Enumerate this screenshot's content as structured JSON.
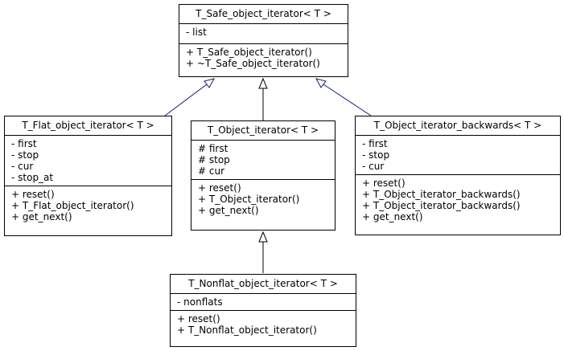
{
  "colors": {
    "base_fill": "#bfbfbf",
    "edge_blue": "#191970",
    "edge_black": "#000000"
  },
  "classes": {
    "safe": {
      "title": "T_Safe_object_iterator< T >",
      "attributes": [
        "- list"
      ],
      "methods": [
        "+ T_Safe_object_iterator()",
        "+ ~T_Safe_object_iterator()"
      ]
    },
    "flat": {
      "title": "T_Flat_object_iterator< T >",
      "attributes": [
        "- first",
        "- stop",
        "- cur",
        "- stop_at"
      ],
      "methods": [
        "+ reset()",
        "+ T_Flat_object_iterator()",
        "+ get_next()"
      ]
    },
    "object": {
      "title": "T_Object_iterator< T >",
      "attributes": [
        "# first",
        "# stop",
        "# cur"
      ],
      "methods": [
        "+ reset()",
        "+ T_Object_iterator()",
        "+ get_next()"
      ]
    },
    "backwards": {
      "title": "T_Object_iterator_backwards< T >",
      "attributes": [
        "- first",
        "- stop",
        "- cur"
      ],
      "methods": [
        "+ reset()",
        "+ T_Object_iterator_backwards()",
        "+ T_Object_iterator_backwards()",
        "+ get_next()"
      ]
    },
    "nonflat": {
      "title": "T_Nonflat_object_iterator< T >",
      "attributes": [
        "- nonflats"
      ],
      "methods": [
        "+ reset()",
        "+ T_Nonflat_object_iterator()"
      ]
    }
  }
}
